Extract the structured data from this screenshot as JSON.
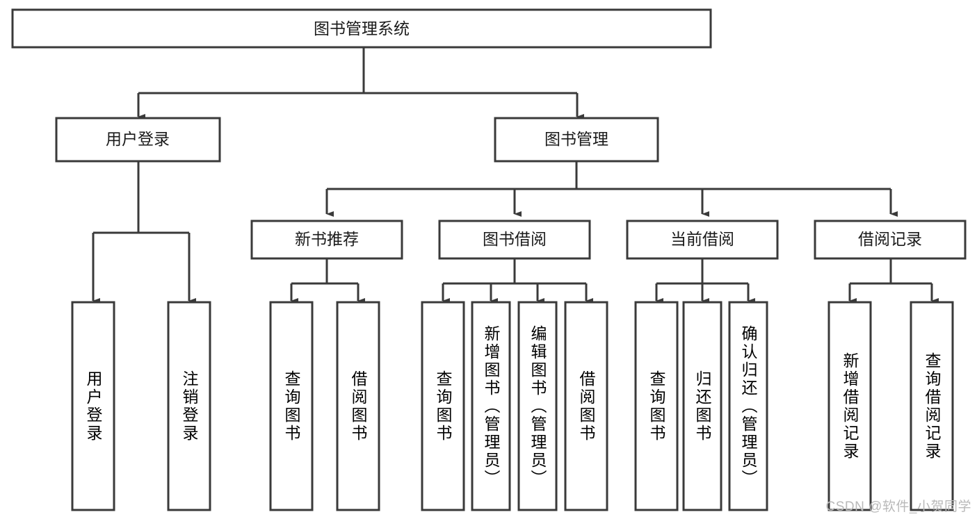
{
  "diagram": {
    "type": "tree-hierarchy-chart",
    "title": "图书管理系统",
    "watermark": "CSDN @软件_小贺同学",
    "colors": {
      "stroke": "#3a3a3a",
      "box_fill": "#ffffff",
      "text": "#1a1a1a",
      "background": "#ffffff",
      "watermark": "#b9b9b9"
    },
    "root": {
      "label": "图书管理系统",
      "orientation": "horizontal"
    },
    "level1": [
      {
        "label": "用户登录",
        "orientation": "horizontal"
      },
      {
        "label": "图书管理",
        "orientation": "horizontal"
      }
    ],
    "level2": [
      {
        "label": "新书推荐",
        "orientation": "horizontal"
      },
      {
        "label": "图书借阅",
        "orientation": "horizontal"
      },
      {
        "label": "当前借阅",
        "orientation": "horizontal"
      },
      {
        "label": "借阅记录",
        "orientation": "horizontal"
      }
    ],
    "leaves": {
      "user_login": [
        {
          "label": "用户登录",
          "orientation": "vertical"
        },
        {
          "label": "注销登录",
          "orientation": "vertical"
        }
      ],
      "new_book_recommend": [
        {
          "label": "查询图书",
          "orientation": "vertical"
        },
        {
          "label": "借阅图书",
          "orientation": "vertical"
        }
      ],
      "book_borrow": [
        {
          "label": "查询图书",
          "orientation": "vertical"
        },
        {
          "label": "新增图书（管理员）",
          "orientation": "vertical"
        },
        {
          "label": "编辑图书（管理员）",
          "orientation": "vertical"
        },
        {
          "label": "借阅图书",
          "orientation": "vertical"
        }
      ],
      "current_borrow": [
        {
          "label": "查询图书",
          "orientation": "vertical"
        },
        {
          "label": "归还图书",
          "orientation": "vertical"
        },
        {
          "label": "确认归还（管理员）",
          "orientation": "vertical"
        }
      ],
      "borrow_record": [
        {
          "label": "新增借阅记录",
          "orientation": "vertical"
        },
        {
          "label": "查询借阅记录",
          "orientation": "vertical"
        }
      ]
    }
  }
}
